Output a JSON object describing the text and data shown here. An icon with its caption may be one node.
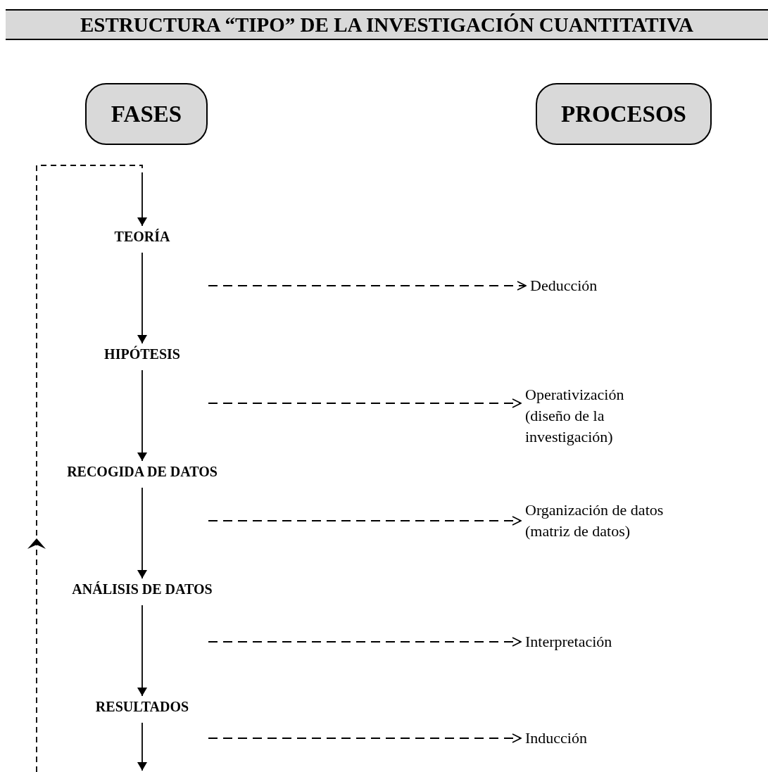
{
  "diagram": {
    "title": "ESTRUCTURA “TIPO” DE LA INVESTIGACIÓN CUANTITATIVA",
    "nodes": [
      {
        "text": [
          "FASES"
        ]
      },
      {
        "text": [
          "PROCESOS"
        ]
      },
      {
        "text": [
          "TEORÍA"
        ]
      },
      {
        "text": [
          "HIPÓTESIS"
        ]
      },
      {
        "text": [
          "RECOGIDA DE DATOS"
        ]
      },
      {
        "text": [
          "ANÁLISIS DE DATOS"
        ]
      },
      {
        "text": [
          "RESULTADOS"
        ]
      },
      {
        "text": [
          "Deducción"
        ]
      },
      {
        "text": [
          "Operativización (diseño de la investigación)"
        ]
      },
      {
        "text": [
          "Organización de datos (matriz de datos)"
        ]
      },
      {
        "text": [
          "Interpretación"
        ]
      },
      {
        "text": [
          "Inducción"
        ]
      }
    ],
    "edges": [
      {
        "from": null,
        "to": 2,
        "arrow": "to",
        "style": "dashed"
      },
      {
        "from": 2,
        "to": 3,
        "arrow": "to"
      },
      {
        "from": 3,
        "to": 4,
        "arrow": "to"
      },
      {
        "from": 4,
        "to": 5,
        "arrow": "to"
      },
      {
        "from": 5,
        "to": 6,
        "arrow": "to"
      },
      {
        "from": 6,
        "to": null,
        "arrow": "to"
      },
      {
        "from": null,
        "to": 7,
        "arrow": "to",
        "style": "dashed"
      },
      {
        "from": null,
        "to": 8,
        "arrow": "to",
        "style": "dashed"
      },
      {
        "from": null,
        "to": 9,
        "arrow": "to",
        "style": "dashed"
      },
      {
        "from": null,
        "to": 10,
        "arrow": "to",
        "style": "dashed"
      },
      {
        "from": null,
        "to": 11,
        "arrow": "to",
        "style": "dashed"
      }
    ]
  }
}
